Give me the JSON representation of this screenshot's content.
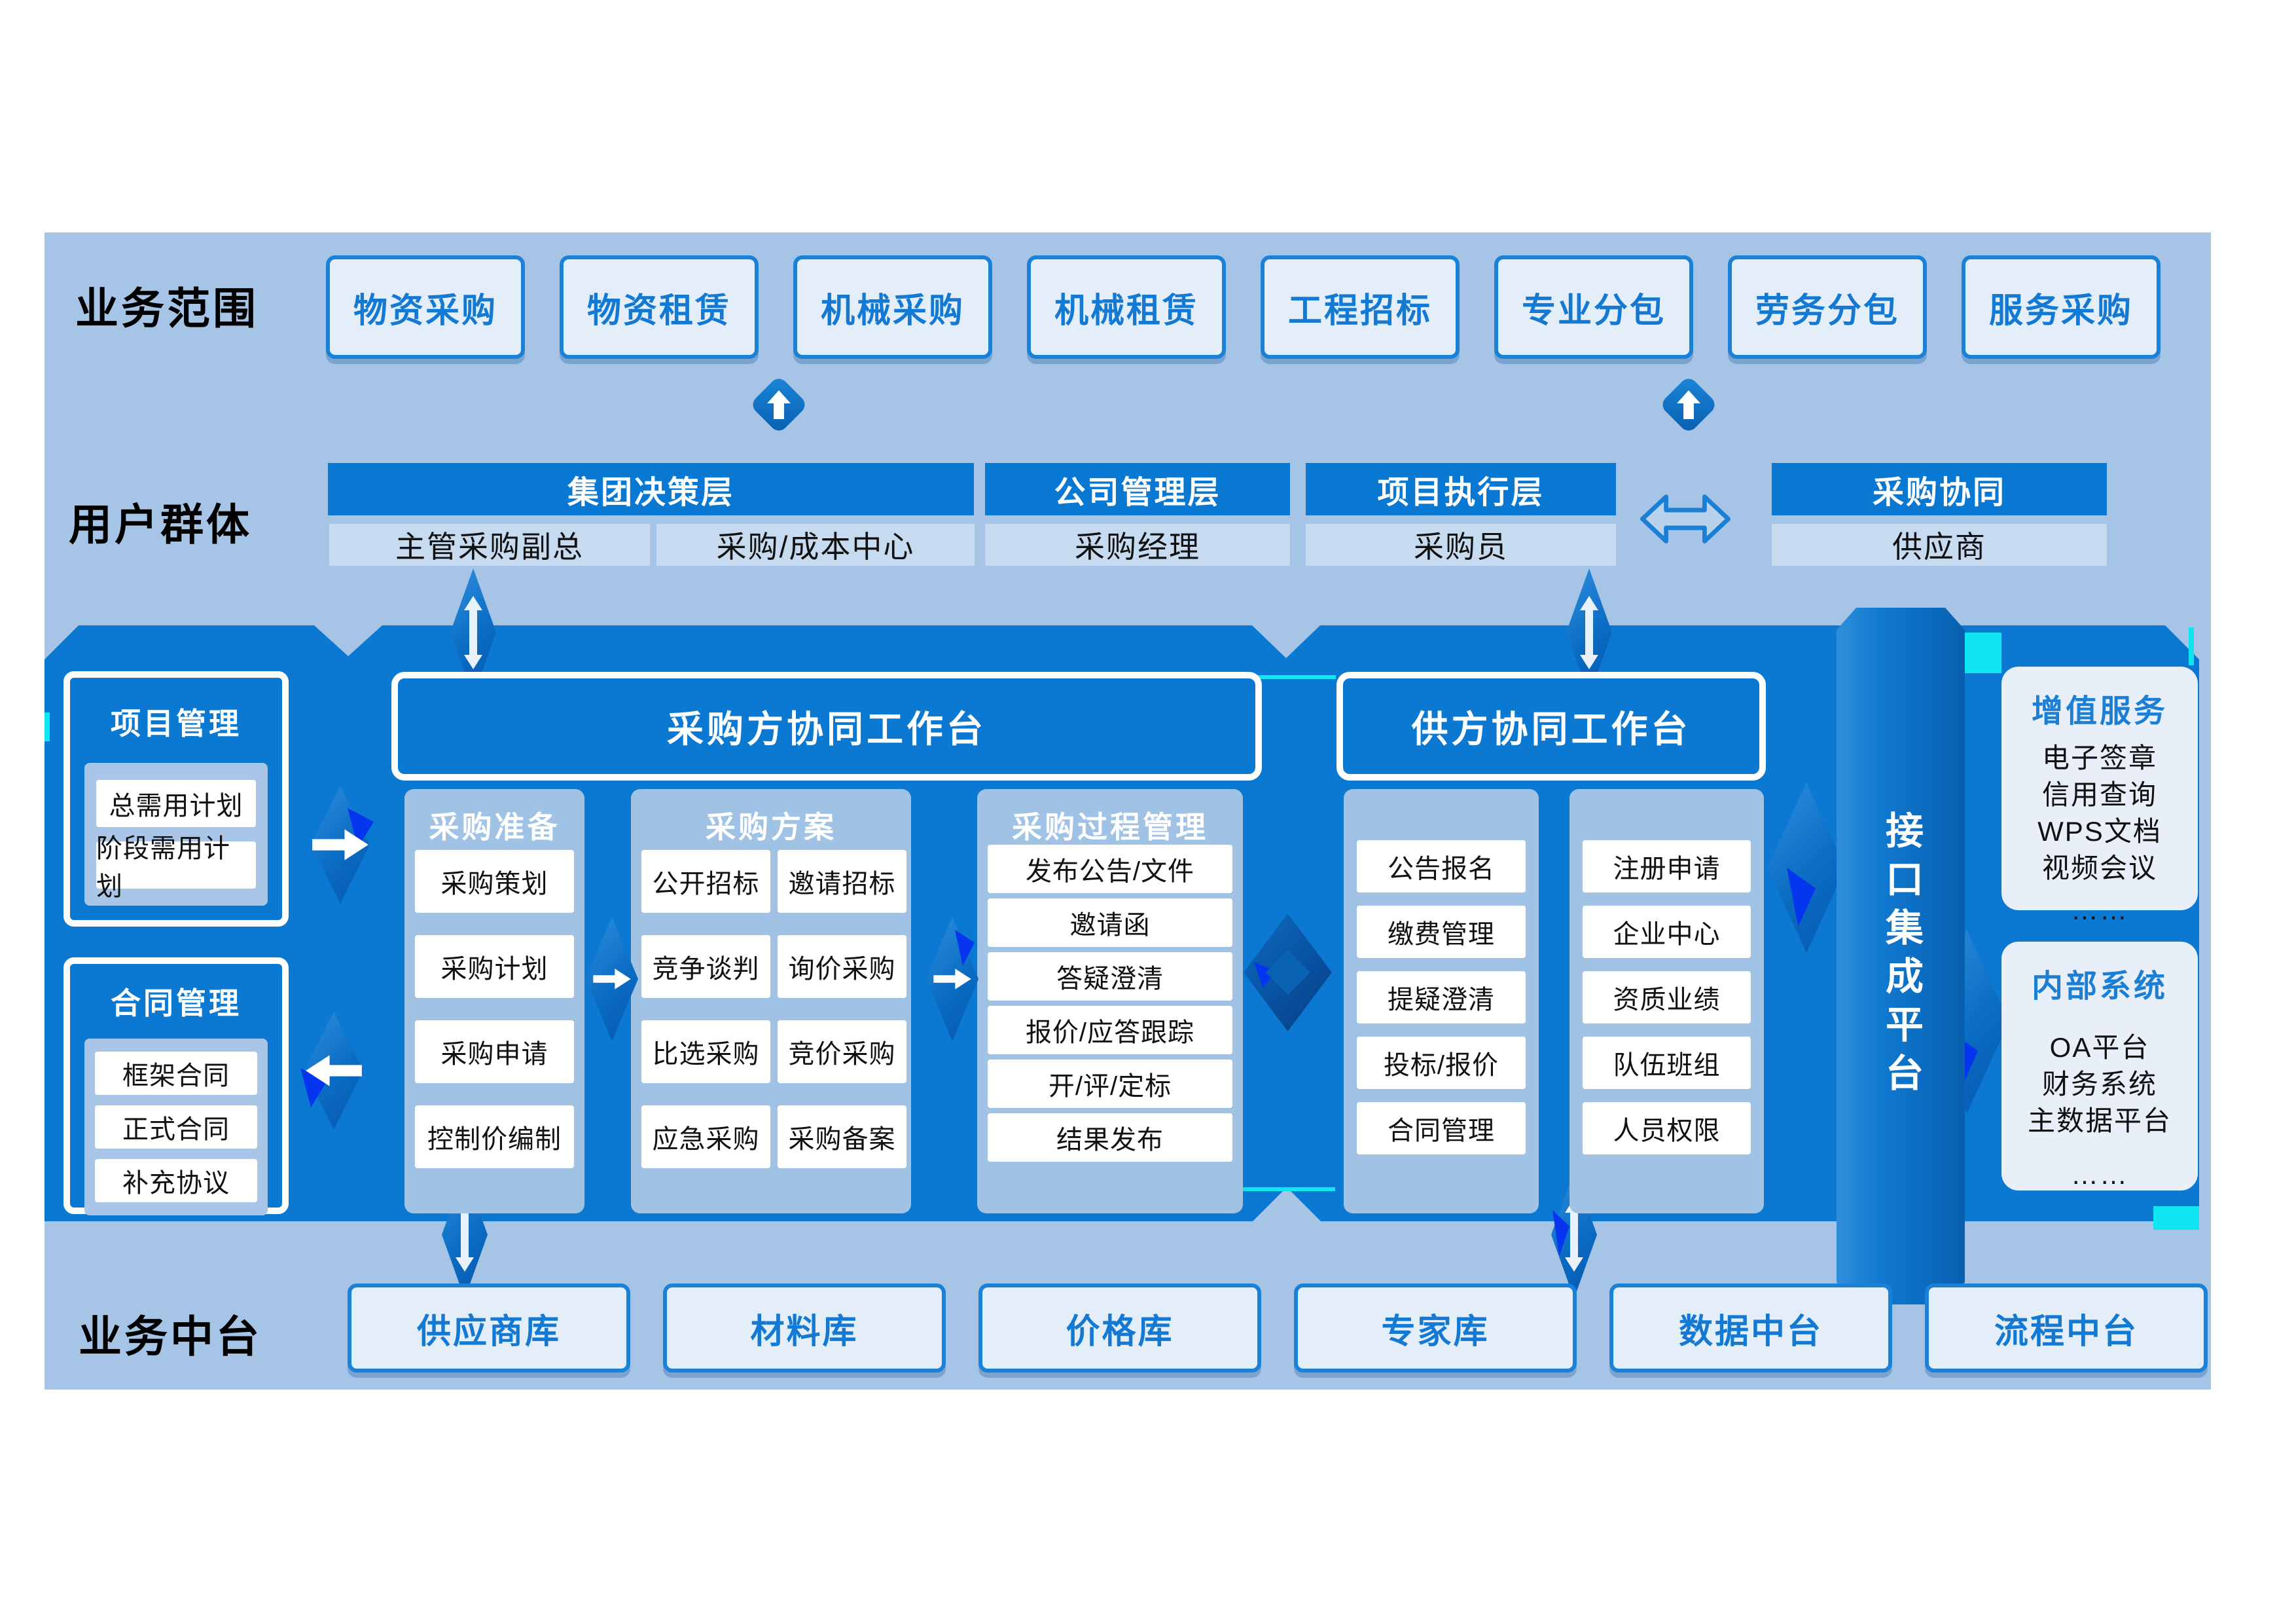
{
  "business_scope": {
    "label": "业务范围",
    "buttons": [
      "物资采购",
      "物资租赁",
      "机械采购",
      "机械租赁",
      "工程招标",
      "专业分包",
      "劳务分包",
      "服务采购"
    ]
  },
  "user_groups": {
    "label": "用户群体",
    "groups": [
      {
        "title": "集团决策层"
      },
      {
        "title": "公司管理层"
      },
      {
        "title": "项目执行层"
      },
      {
        "title": "采购协同"
      }
    ],
    "roles": [
      "主管采购副总",
      "采购/成本中心",
      "采购经理",
      "采购员",
      "供应商"
    ]
  },
  "project_mgmt": {
    "title": "项目管理",
    "items": [
      "总需用计划",
      "阶段需用计划"
    ]
  },
  "contract_mgmt": {
    "title": "合同管理",
    "items": [
      "框架合同",
      "正式合同",
      "补充协议"
    ]
  },
  "buyer_workbench": {
    "title": "采购方协同工作台",
    "prep": {
      "title": "采购准备",
      "cells": [
        "采购策划",
        "采购计划",
        "采购申请",
        "控制价编制"
      ]
    },
    "scheme": {
      "title": "采购方案",
      "cells": [
        "公开招标",
        "邀请招标",
        "竞争谈判",
        "询价采购",
        "比选采购",
        "竞价采购",
        "应急采购",
        "采购备案"
      ]
    },
    "process": {
      "title": "采购过程管理",
      "cells": [
        "发布公告/文件",
        "邀请函",
        "答疑澄清",
        "报价/应答跟踪",
        "开/评/定标",
        "结果发布"
      ]
    }
  },
  "supplier_workbench": {
    "title": "供方协同工作台",
    "left_cells": [
      "公告报名",
      "缴费管理",
      "提疑澄清",
      "投标/报价",
      "合同管理"
    ],
    "right_cells": [
      "注册申请",
      "企业中心",
      "资质业绩",
      "队伍班组",
      "人员权限"
    ]
  },
  "integration_platform": {
    "label": "接口集成平台"
  },
  "value_added_services": {
    "title": "增值服务",
    "items": [
      "电子签章",
      "信用查询",
      "WPS文档",
      "视频会议",
      "……"
    ]
  },
  "internal_systems": {
    "title": "内部系统",
    "items": [
      "OA平台",
      "财务系统",
      "主数据平台",
      "……"
    ]
  },
  "business_middle": {
    "label": "业务中台",
    "buttons": [
      "供应商库",
      "材料库",
      "价格库",
      "专家库",
      "数据中台",
      "流程中台"
    ]
  },
  "colors": {
    "deep_blue": "#0b79d1",
    "light_panel": "#a6c4e6",
    "button_bg": "#e4eef9",
    "button_border": "#1a81d8",
    "button_text": "#1379d3",
    "subpanel_bg": "#9fc2e5",
    "sub_row_bg": "#c6daf0",
    "glitch_cyan": "#10e5f2",
    "glitch_blue": "#0635f0"
  }
}
